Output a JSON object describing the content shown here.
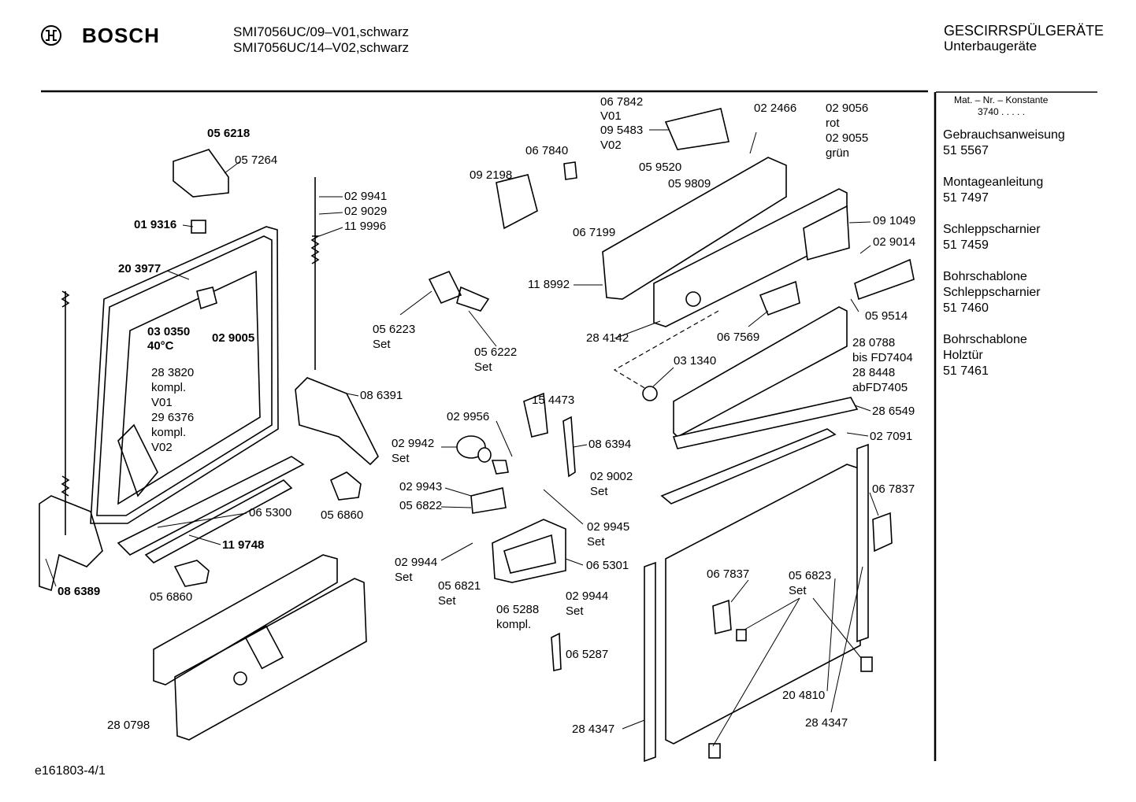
{
  "header": {
    "brand": "BOSCH",
    "model_lines": [
      "SMI7056UC/09–V01,schwarz",
      "SMI7056UC/14–V02,schwarz"
    ],
    "category_lines": [
      "GESCIRRSPÜLGERÄTE",
      "Unterbaugeräte"
    ]
  },
  "sidebar": {
    "constant_label": "Mat. – Nr. – Konstante",
    "constant_value": "3740 . . . . .",
    "entries": [
      {
        "lines": [
          "Gebrauchsanweisung",
          "51 5567"
        ]
      },
      {
        "lines": [
          "Montageanleitung",
          "51 7497"
        ]
      },
      {
        "lines": [
          "Schleppscharnier",
          "51 7459"
        ]
      },
      {
        "lines": [
          "Bohrschablone",
          "Schleppscharnier",
          "51 7460"
        ]
      },
      {
        "lines": [
          "Bohrschablone",
          "Holztür",
          "51 7461"
        ]
      }
    ]
  },
  "footer": {
    "drawing_id": "e161803-4/1"
  },
  "parts": [
    "05 6218",
    "05 7264",
    "01 9316",
    "20 3977",
    "03 0350",
    "40°C",
    "02 9005",
    "28 3820",
    "kompl.",
    "V01",
    "29 6376",
    "kompl.",
    "V02",
    "02 9941",
    "02 9029",
    "11 9996",
    "08 6391",
    "06 5300",
    "11 9748",
    "08 6389",
    "05 6860",
    "05 6860",
    "28 0798",
    "06 7842",
    "V01",
    "09 5483",
    "V02",
    "06 7840",
    "09 2198",
    "05 9520",
    "05 9809",
    "06 7199",
    "02 2466",
    "02 9056",
    "rot",
    "02 9055",
    "grün",
    "09 1049",
    "02 9014",
    "05 9514",
    "11 8992",
    "28 4142",
    "06 7569",
    "05 6223",
    "Set",
    "05 6222",
    "Set",
    "03 1340",
    "28 0788",
    "bis FD7404",
    "28 8448",
    "abFD7405",
    "28 6549",
    "02 7091",
    "15 4473",
    "02 9956",
    "02 9942",
    "Set",
    "08 6394",
    "02 9002",
    "Set",
    "02 9943",
    "05 6822",
    "02 9945",
    "Set",
    "02 9944",
    "Set",
    "05 6821",
    "Set",
    "06 5301",
    "06 5288",
    "kompl.",
    "02 9944",
    "Set",
    "06 5287",
    "06 7837",
    "06 7837",
    "05 6823",
    "Set",
    "20 4810",
    "28 4347",
    "28 4347"
  ]
}
